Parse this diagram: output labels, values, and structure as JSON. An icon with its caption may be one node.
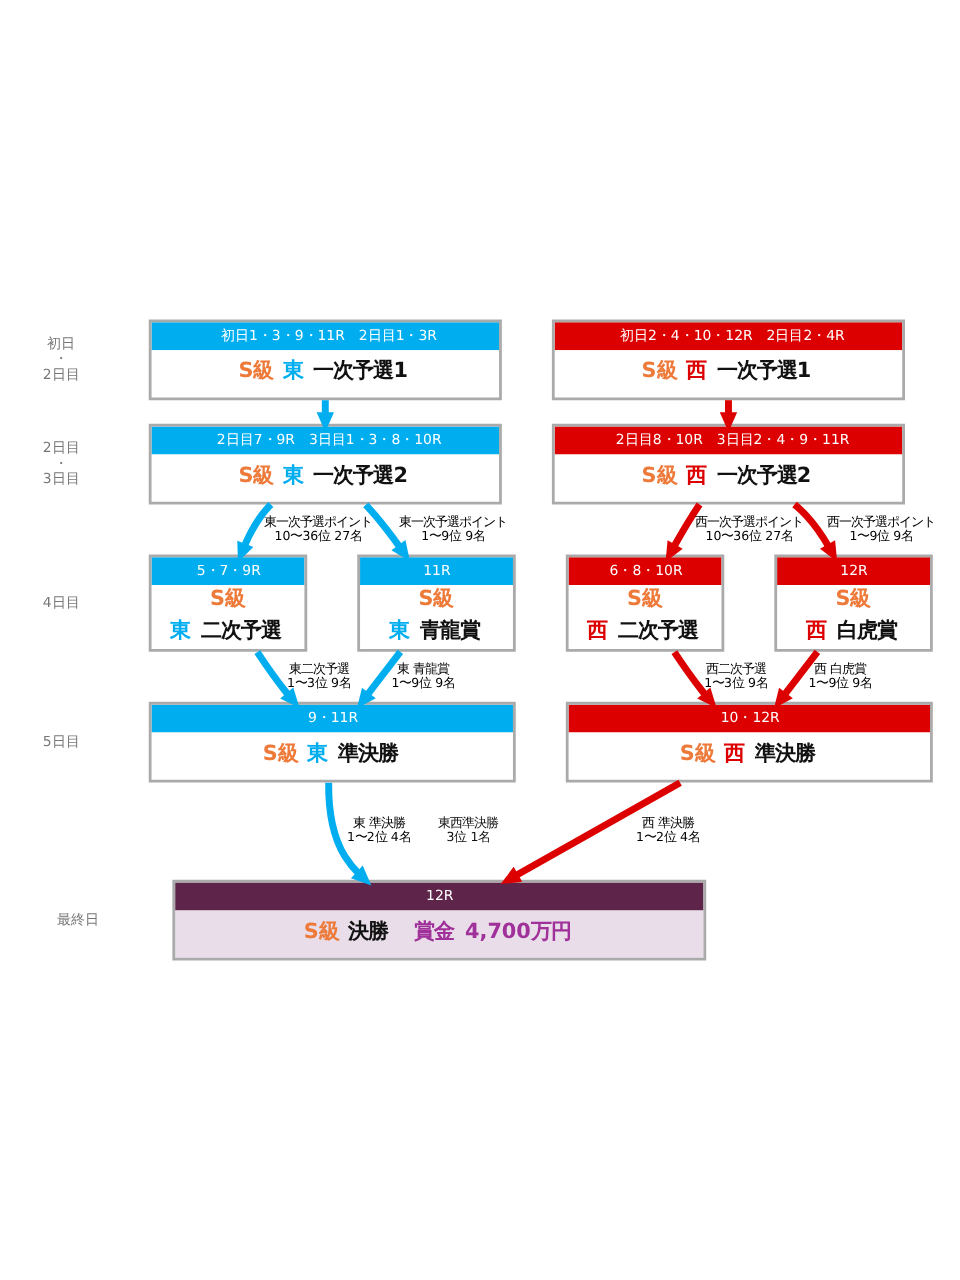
{
  "diagram": {
    "nodes": [
      {
        "text": [
          "初日1・3・9・11R　2日目1・3R",
          "S級 東 一次予選1"
        ]
      },
      {
        "text": [
          "初日2・4・10・12R　2日目2・4R",
          "S級 西 一次予選1"
        ]
      },
      {
        "text": [
          "2日目7・9R　3日目1・3・8・10R",
          "S級 東 一次予選2"
        ]
      },
      {
        "text": [
          "2日目8・10R　3日目2・4・9・11R",
          "S級 西 一次予選2"
        ]
      },
      {
        "text": [
          "5・7・9R",
          "S級",
          "東 二次予選"
        ]
      },
      {
        "text": [
          "11R",
          "S級",
          "東 青龍賞"
        ]
      },
      {
        "text": [
          "6・8・10R",
          "S級",
          "西 二次予選"
        ]
      },
      {
        "text": [
          "12R",
          "S級",
          "西 白虎賞"
        ]
      },
      {
        "text": [
          "9・11R",
          "S級 東 準決勝"
        ]
      },
      {
        "text": [
          "10・12R",
          "S級 西 準決勝"
        ]
      },
      {
        "text": [
          "12R",
          "S級 決勝　賞金 4,700万円"
        ]
      }
    ],
    "edges": [
      {
        "from": 0,
        "to": 2,
        "arrow": "to",
        "color": "#00aeef"
      },
      {
        "from": 1,
        "to": 3,
        "arrow": "to",
        "color": "#dd0000"
      },
      {
        "from": 2,
        "to": 4,
        "arrow": "to",
        "label": "東一次予選ポイント 10〜36位 27名",
        "color": "#00aeef"
      },
      {
        "from": 2,
        "to": 5,
        "arrow": "to",
        "label": "東一次予選ポイント 1〜9位 9名",
        "color": "#00aeef"
      },
      {
        "from": 3,
        "to": 6,
        "arrow": "to",
        "label": "西一次予選ポイント 10〜36位 27名",
        "color": "#dd0000"
      },
      {
        "from": 3,
        "to": 7,
        "arrow": "to",
        "label": "西一次予選ポイント 1〜9位 9名",
        "color": "#dd0000"
      },
      {
        "from": 4,
        "to": 8,
        "arrow": "to",
        "label": "東二次予選 1〜3位 9名",
        "color": "#00aeef"
      },
      {
        "from": 5,
        "to": 8,
        "arrow": "to",
        "label": "東 青龍賞 1〜9位 9名",
        "color": "#00aeef"
      },
      {
        "from": 6,
        "to": 9,
        "arrow": "to",
        "label": "西二次予選 1〜3位 9名",
        "color": "#dd0000"
      },
      {
        "from": 7,
        "to": 9,
        "arrow": "to",
        "label": "西 白虎賞 1〜9位 9名",
        "color": "#dd0000"
      },
      {
        "from": 8,
        "to": 10,
        "arrow": "to",
        "label": "東 準決勝 1〜2位 4名",
        "color": "#00aeef"
      },
      {
        "from": 9,
        "to": 10,
        "arrow": "to",
        "label": "西 準決勝 1〜2位 4名",
        "color": "#dd0000"
      }
    ],
    "labels": [
      "初日・2日目",
      "2日目・3日目",
      "4日目",
      "5日目",
      "東西準決勝 3位 1名",
      "最終日"
    ]
  }
}
